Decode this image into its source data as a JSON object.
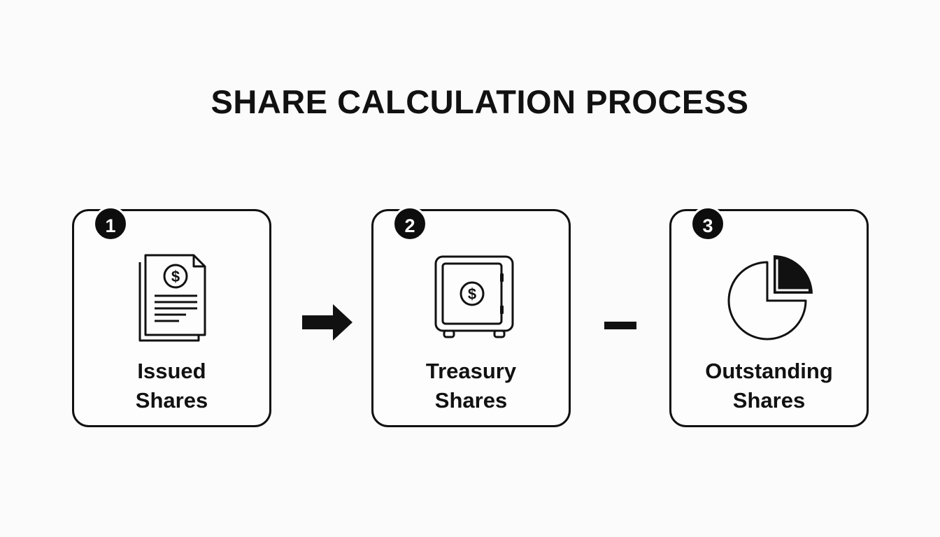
{
  "title": "SHARE CALCULATION PROCESS",
  "steps": [
    {
      "number": "1",
      "label_line1": "Issued",
      "label_line2": "Shares",
      "icon": "document-dollar-icon"
    },
    {
      "number": "2",
      "label_line1": "Treasury",
      "label_line2": "Shares",
      "icon": "safe-dollar-icon"
    },
    {
      "number": "3",
      "label_line1": "Outstanding",
      "label_line2": "Shares",
      "icon": "pie-chart-icon"
    }
  ],
  "connectors": [
    "arrow-right-icon",
    "minus-icon"
  ],
  "colors": {
    "ink": "#111111",
    "background": "#fbfbfb"
  }
}
